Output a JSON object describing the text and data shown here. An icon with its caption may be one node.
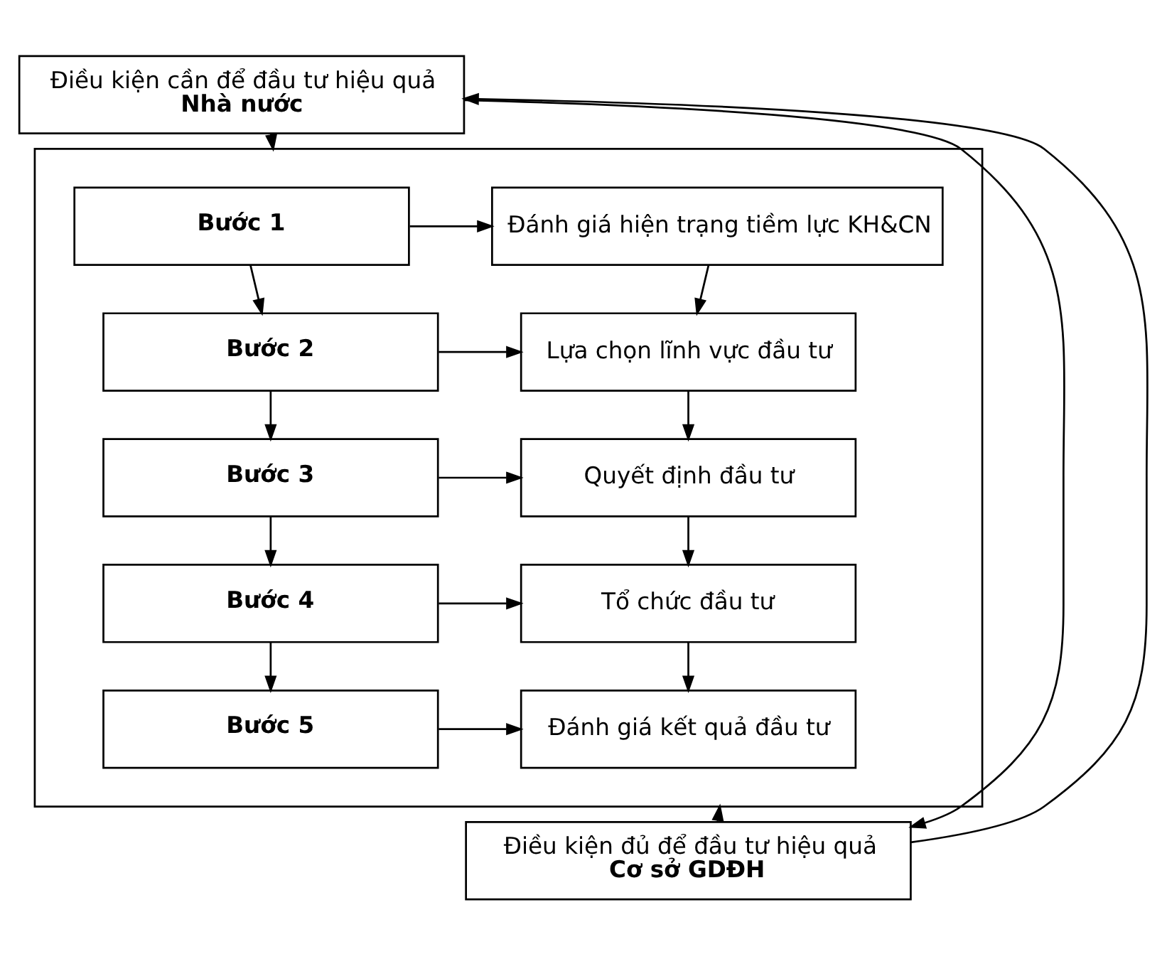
{
  "diagram": {
    "nodes": [
      {
        "text": [
          "Điều kiện cần để đầu tư hiệu quả",
          "Nhà nước"
        ]
      },
      {
        "text": [],
        "shape": "box"
      },
      {
        "text": [
          "Bước 1"
        ],
        "in": 1
      },
      {
        "text": [
          "Bước 2"
        ],
        "in": 1
      },
      {
        "text": [
          "Bước 3"
        ],
        "in": 1
      },
      {
        "text": [
          "Bước 4"
        ],
        "in": 1
      },
      {
        "text": [
          "Bước 5"
        ],
        "in": 1
      },
      {
        "text": [
          "Đánh giá hiện trạng tiềm lực KH&CN"
        ],
        "in": 1
      },
      {
        "text": [
          "Lựa chọn lĩnh vực đầu tư"
        ],
        "in": 1
      },
      {
        "text": [
          "Quyết định đầu tư"
        ],
        "in": 1
      },
      {
        "text": [
          "Tổ chức đầu tư"
        ],
        "in": 1
      },
      {
        "text": [
          "Đánh giá kết quả đầu tư"
        ],
        "in": 1
      },
      {
        "text": [
          "Điều kiện đủ để đầu tư hiệu quả",
          "Cơ sở GDĐH"
        ]
      }
    ],
    "edges": [
      {
        "from": 0,
        "to": 1,
        "arrow": "to"
      },
      {
        "from": 2,
        "to": 7,
        "arrow": "to"
      },
      {
        "from": 2,
        "to": 3,
        "arrow": "to"
      },
      {
        "from": 7,
        "to": 8,
        "arrow": "to"
      },
      {
        "from": 3,
        "to": 8,
        "arrow": "to"
      },
      {
        "from": 3,
        "to": 4,
        "arrow": "to"
      },
      {
        "from": 8,
        "to": 9,
        "arrow": "to"
      },
      {
        "from": 4,
        "to": 9,
        "arrow": "to"
      },
      {
        "from": 4,
        "to": 5,
        "arrow": "to"
      },
      {
        "from": 9,
        "to": 10,
        "arrow": "to"
      },
      {
        "from": 5,
        "to": 10,
        "arrow": "to"
      },
      {
        "from": 5,
        "to": 6,
        "arrow": "to"
      },
      {
        "from": 10,
        "to": 11,
        "arrow": "to"
      },
      {
        "from": 6,
        "to": 11,
        "arrow": "to"
      },
      {
        "from": 12,
        "to": 1,
        "arrow": "to"
      },
      {
        "from": 12,
        "to": 0,
        "arrow": "to"
      },
      {
        "from": 0,
        "to": 12,
        "arrow": "to"
      }
    ]
  }
}
